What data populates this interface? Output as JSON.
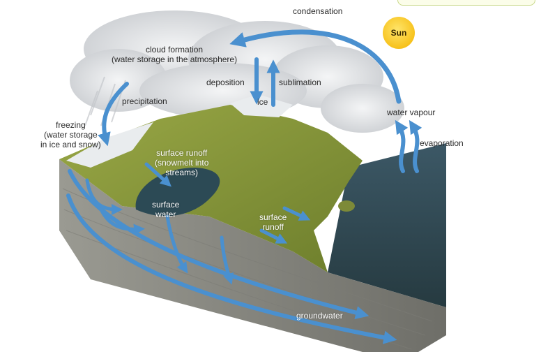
{
  "colors": {
    "arrow": "#4a90cf",
    "sun": "#f7c21c",
    "grass": "#8a9a3a",
    "water": "#2f5060",
    "rock": "#8e8e86",
    "cloud": "#e6e8ea"
  },
  "labels": {
    "condensation": "condensation",
    "sun": "Sun",
    "cloud_formation": [
      "cloud formation",
      "(water storage in the atmosphere)"
    ],
    "deposition": "deposition",
    "sublimation": "sublimation",
    "ice": "ice",
    "precipitation": "precipitation",
    "freezing": [
      "freezing",
      "(water storage",
      "in ice and snow)"
    ],
    "water_vapour": "water vapour",
    "evaporation": "evaporation",
    "surface_runoff_snowmelt": [
      "surface runoff",
      "(snowmelt into",
      "streams)"
    ],
    "surface_water": [
      "surface",
      "water"
    ],
    "surface_runoff": [
      "surface",
      "runoff"
    ],
    "groundwater": "groundwater"
  }
}
